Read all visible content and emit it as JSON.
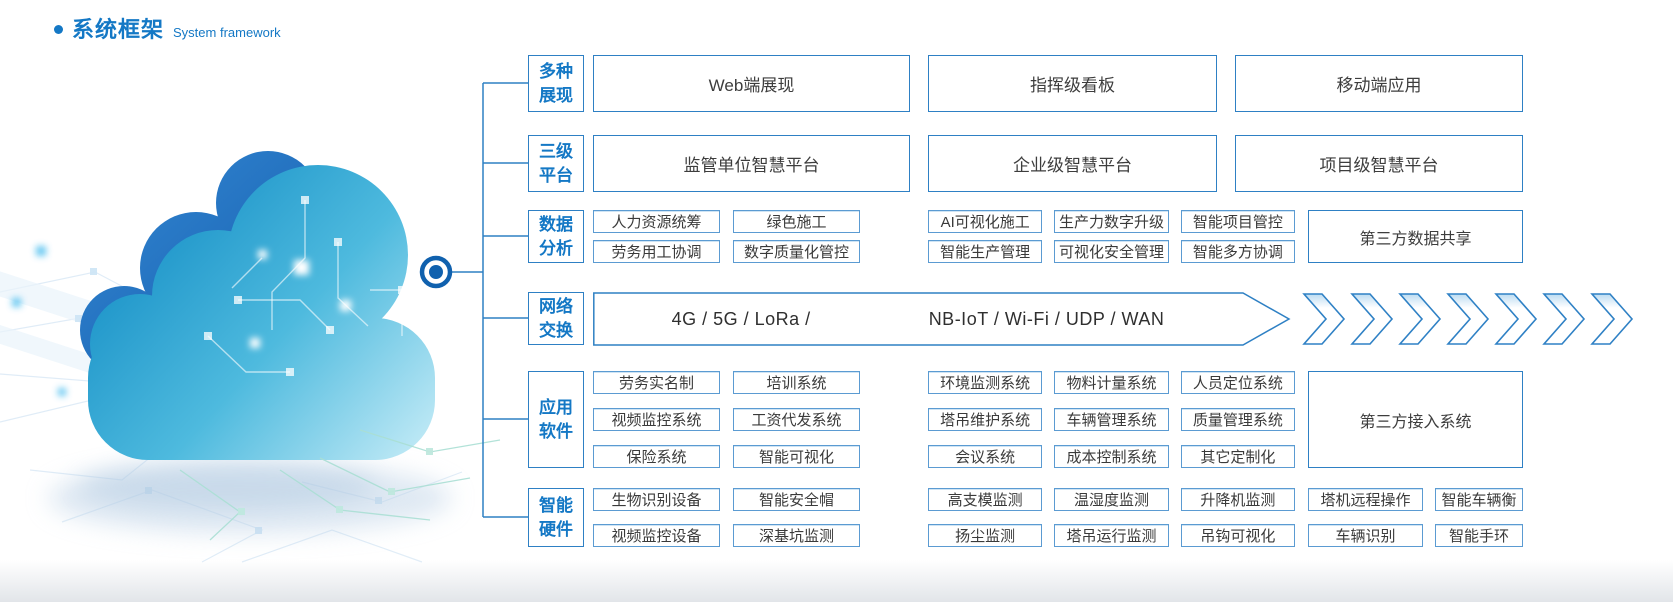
{
  "title": {
    "zh": "系统框架",
    "en": "System framework"
  },
  "colors": {
    "accent_blue": "#1478c5",
    "box_border_blue": "#2e80c4",
    "small_box_border": "#5b9bd2",
    "text_dark": "#3a3a3a",
    "cloud_dark_blue": "#1a63b2",
    "cloud_light_cyan": "#9fe0f2"
  },
  "rows": {
    "display": {
      "label": "多种展现",
      "boxes": [
        "Web端展现",
        "指挥级看板",
        "移动端应用"
      ]
    },
    "platform": {
      "label": "三级平台",
      "boxes": [
        "监管单位智慧平台",
        "企业级智慧平台",
        "项目级智慧平台"
      ]
    },
    "data_analysis": {
      "label": "数据分析",
      "group_a": [
        [
          "人力资源统筹",
          "绿色施工"
        ],
        [
          "劳务用工协调",
          "数字质量化管控"
        ]
      ],
      "group_b": [
        [
          "AI可视化施工",
          "生产力数字升级",
          "智能项目管控"
        ],
        [
          "智能生产管理",
          "可视化安全管理",
          "智能多方协调"
        ]
      ],
      "side": "第三方数据共享"
    },
    "network": {
      "label": "网络交换",
      "text_left": "4G / 5G / LoRa /",
      "text_right": "NB-IoT / Wi-Fi / UDP / WAN",
      "chevron_count": 7
    },
    "app_software": {
      "label": "应用软件",
      "group_a": [
        [
          "劳务实名制",
          "培训系统"
        ],
        [
          "视频监控系统",
          "工资代发系统"
        ],
        [
          "保险系统",
          "智能可视化"
        ]
      ],
      "group_b": [
        [
          "环境监测系统",
          "物料计量系统",
          "人员定位系统"
        ],
        [
          "塔吊维护系统",
          "车辆管理系统",
          "质量管理系统"
        ],
        [
          "会议系统",
          "成本控制系统",
          "其它定制化"
        ]
      ],
      "side": "第三方接入系统"
    },
    "smart_hardware": {
      "label": "智能硬件",
      "group_a": [
        [
          "生物识别设备",
          "智能安全帽"
        ],
        [
          "视频监控设备",
          "深基坑监测"
        ]
      ],
      "group_b": [
        [
          "高支模监测",
          "温湿度监测",
          "升降机监测"
        ],
        [
          "扬尘监测",
          "塔吊运行监测",
          "吊钩可视化"
        ]
      ],
      "group_c": [
        [
          "塔机远程操作",
          "智能车辆衡"
        ],
        [
          "车辆识别",
          "智能手环"
        ]
      ]
    }
  }
}
